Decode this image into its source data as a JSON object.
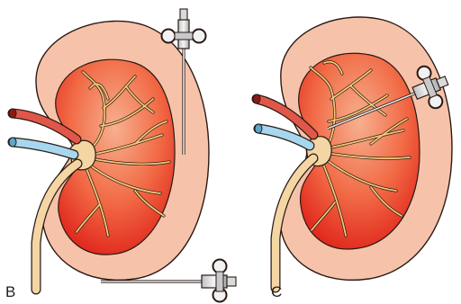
{
  "panels": [
    {
      "id": "B",
      "label": "B"
    },
    {
      "id": "C",
      "label": "C"
    }
  ],
  "colors": {
    "capsule": "#f6c3aa",
    "capsule_stroke": "#2a1a14",
    "cortex_light": "#f7a07f",
    "cortex_dark": "#e2231c",
    "vessels": "#f2c97a",
    "ureter": "#f4d5a4",
    "artery": "#d83a32",
    "vein": "#9fd2ea",
    "instrument": "#d9dadb"
  },
  "icons": [
    "needle-instrument-icon",
    "scissors-handle-icon"
  ]
}
